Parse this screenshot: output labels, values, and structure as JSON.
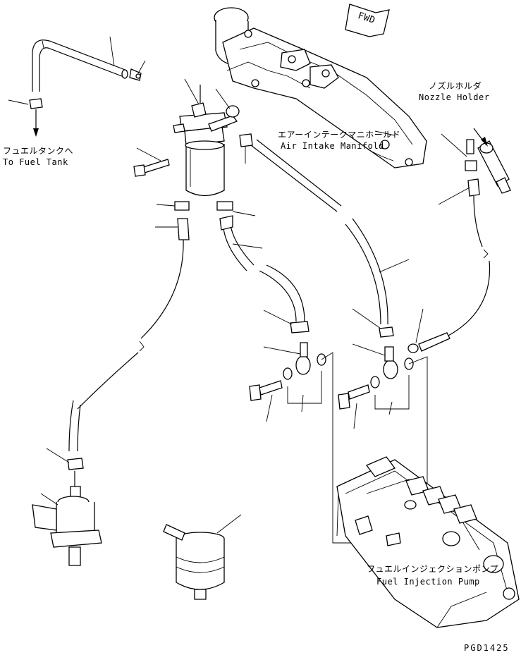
{
  "labels": {
    "fwd": "FWD",
    "nozzle_holder_jp": "ノズルホルダ",
    "nozzle_holder_en": "Nozzle Holder",
    "fuel_tank_jp": "フュエルタンクへ",
    "fuel_tank_en": "To Fuel Tank",
    "air_intake_jp": "エアーインテークマニホールド",
    "air_intake_en": "Air Intake Manifold",
    "fuel_pump_jp": "フュエルインジェクションポンプ",
    "fuel_pump_en": "Fuel Injection Pump",
    "drawing_code": "PGD1425"
  }
}
